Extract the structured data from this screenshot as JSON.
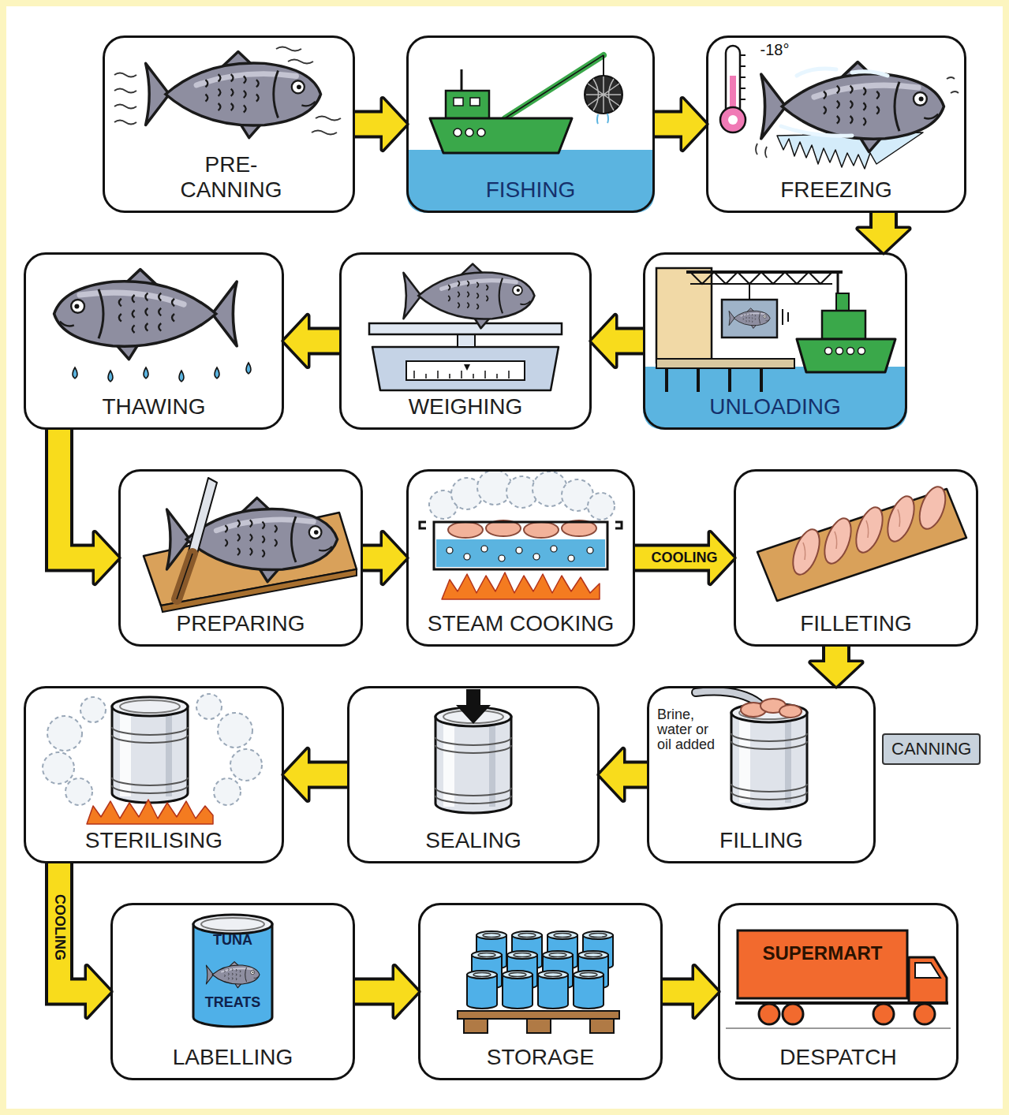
{
  "diagram": {
    "nodes": [
      {
        "text": [
          "PRE- CANNING"
        ]
      },
      {
        "text": [
          "FISHING"
        ]
      },
      {
        "text": [
          "FREEZING"
        ]
      },
      {
        "text": [
          "UNLOADING"
        ]
      },
      {
        "text": [
          "WEIGHING"
        ]
      },
      {
        "text": [
          "THAWING"
        ]
      },
      {
        "text": [
          "PREPARING"
        ]
      },
      {
        "text": [
          "STEAM COOKING"
        ]
      },
      {
        "text": [
          "FILLETING"
        ]
      },
      {
        "text": [
          "Brine, water or oil added",
          "FILLING"
        ]
      },
      {
        "text": [
          "SEALING"
        ]
      },
      {
        "text": [
          "STERILISING"
        ]
      },
      {
        "text": [
          "LABELLING"
        ]
      },
      {
        "text": [
          "STORAGE"
        ]
      },
      {
        "text": [
          "DESPATCH"
        ]
      },
      {
        "text": [
          "CANNING"
        ]
      }
    ],
    "edges": [
      {
        "from": 0,
        "to": 1,
        "arrow": "to"
      },
      {
        "from": 1,
        "to": 2,
        "arrow": "to"
      },
      {
        "from": 2,
        "to": 3,
        "arrow": "to"
      },
      {
        "from": 3,
        "to": 4,
        "arrow": "to"
      },
      {
        "from": 4,
        "to": 5,
        "arrow": "to"
      },
      {
        "from": 5,
        "to": 6,
        "arrow": "to"
      },
      {
        "from": 6,
        "to": 7,
        "arrow": "to"
      },
      {
        "from": 7,
        "to": 8,
        "label": "COOLING",
        "arrow": "to"
      },
      {
        "from": 8,
        "to": 9,
        "arrow": "to"
      },
      {
        "from": 9,
        "to": 10,
        "arrow": "to"
      },
      {
        "from": 10,
        "to": 11,
        "arrow": "to"
      },
      {
        "from": 11,
        "to": 12,
        "label": "COOLING",
        "arrow": "to"
      },
      {
        "from": 12,
        "to": 13,
        "arrow": "to"
      },
      {
        "from": 13,
        "to": 14,
        "arrow": "to"
      }
    ],
    "labels": [
      "-18°",
      "TUNA",
      "TREATS",
      "SUPERMART"
    ]
  }
}
